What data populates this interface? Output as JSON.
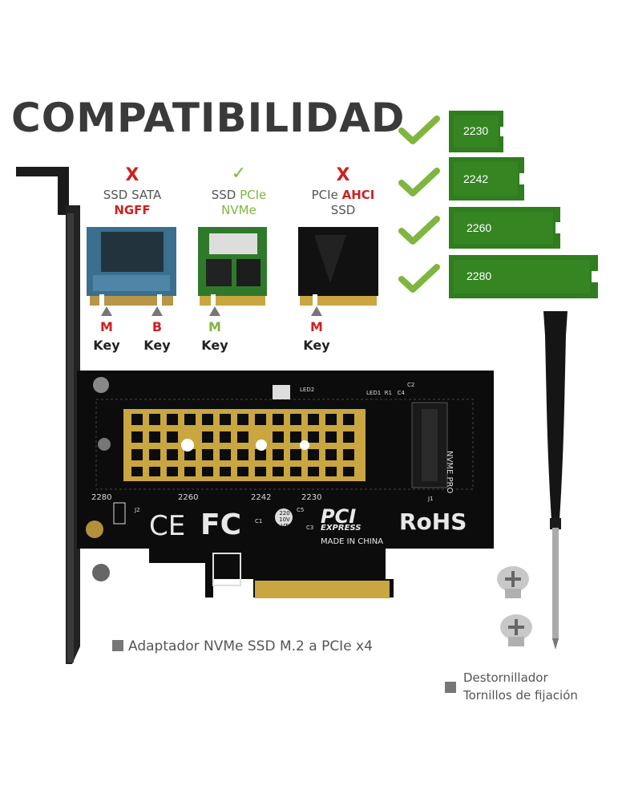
{
  "title": "COMPATIBILIDAD",
  "sizes": [
    {
      "label": "2230"
    },
    {
      "label": "2242"
    },
    {
      "label": "2260"
    },
    {
      "label": "2280"
    }
  ],
  "compat": [
    {
      "mark": "X",
      "line1_a": "SSD SATA",
      "line1_b": "",
      "line2": "NGFF",
      "keys": [
        {
          "letter": "M",
          "word": "Key"
        },
        {
          "letter": "B",
          "word": "Key"
        }
      ]
    },
    {
      "mark": "✓",
      "line1_a": "SSD ",
      "line1_b": "PCIe",
      "line2": "NVMe",
      "keys": [
        {
          "letter": "M",
          "word": "Key"
        }
      ]
    },
    {
      "mark": "X",
      "line1_a": "PCIe ",
      "line1_b": "AHCI",
      "line2": "SSD",
      "keys": [
        {
          "letter": "M",
          "word": "Key"
        }
      ]
    }
  ],
  "board": {
    "led2": "LED2",
    "led1_r1_c4": "LED1  R1   C4",
    "c2": "C2",
    "nvme_pro": "NVME PRO",
    "s2280": "2280",
    "s2260": "2260",
    "s2242": "2242",
    "s2230": "2230",
    "j1": "J1",
    "j2": "J2",
    "ce": "CE",
    "fc": "FC",
    "cap": "220 10V VT",
    "c1": "C1",
    "c5": "C5",
    "c3": "C3",
    "pci": "PCI",
    "express": "EXPRESS",
    "made_in": "MADE IN CHINA",
    "rohs": "RoHS"
  },
  "caption_main": "Adaptador NVMe SSD M.2  a PCIe x4",
  "caption_tools_1": "Destornillador",
  "caption_tools_2": "Tornillos de fijación",
  "colors": {
    "green_module": "#2f7d1e",
    "check": "#7fb63e",
    "red": "#cc2222",
    "pcb": "#0c0c0c",
    "gold": "#c9a640"
  }
}
